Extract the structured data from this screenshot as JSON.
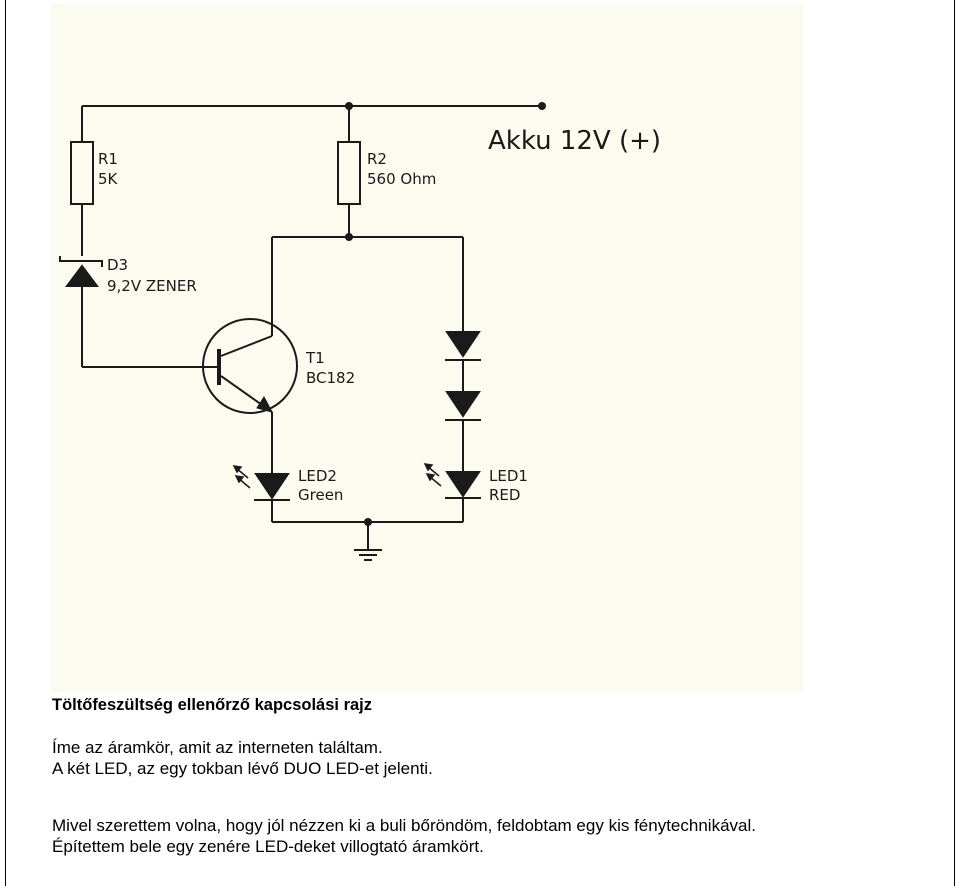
{
  "schematic": {
    "supply_label": "Akku 12V (+)",
    "r1": {
      "name": "R1",
      "value": "5K"
    },
    "r2": {
      "name": "R2",
      "value": "560 Ohm"
    },
    "d3": {
      "name": "D3",
      "value": "9,2V ZENER"
    },
    "t1": {
      "name": "T1",
      "value": "BC182"
    },
    "led2": {
      "name": "LED2",
      "value": "Green"
    },
    "led1": {
      "name": "LED1",
      "value": "RED"
    }
  },
  "text": {
    "heading": "Töltőfeszültség ellenőrző kapcsolási rajz",
    "para1": [
      "Íme az áramkör, amit az interneten találtam.",
      "A két LED, az egy tokban lévő DUO LED-et jelenti."
    ],
    "para2": [
      "Mivel szerettem volna, hogy jól nézzen ki a buli bőröndöm, feldobtam egy kis fénytechnikával.",
      "Építettem bele egy zenére LED-deket villogtató áramkört."
    ]
  }
}
